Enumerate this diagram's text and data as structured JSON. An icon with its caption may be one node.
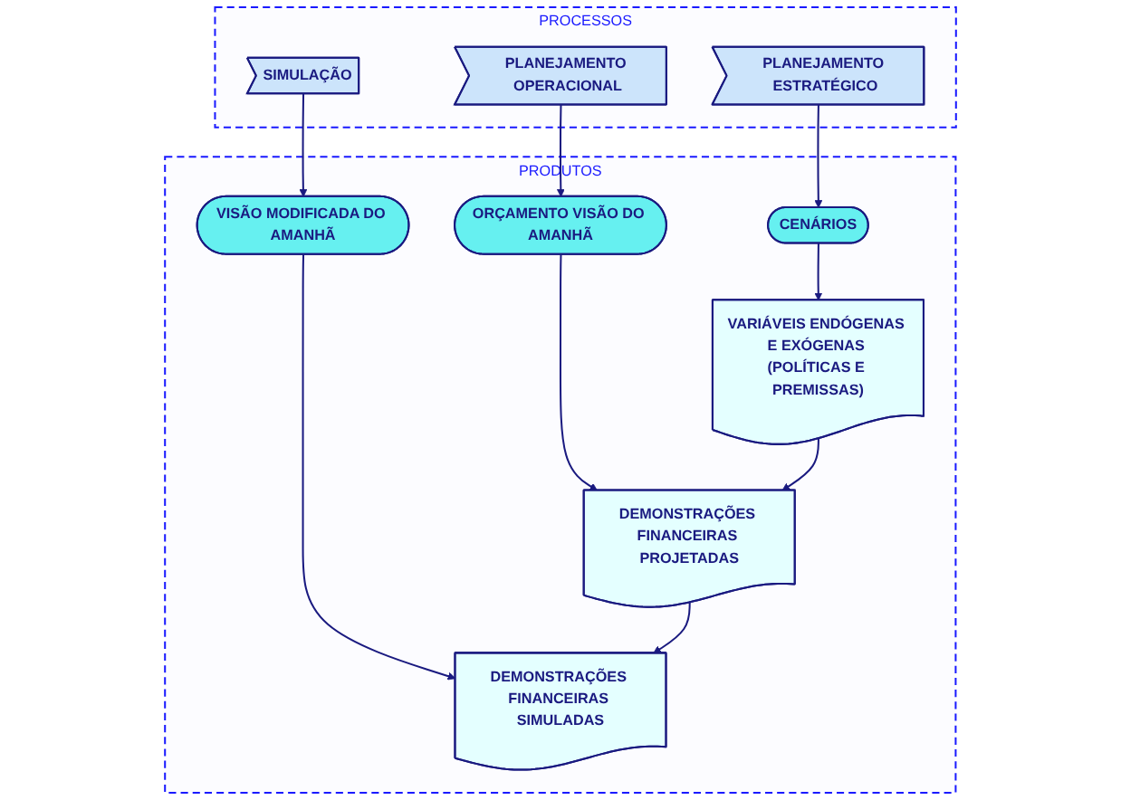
{
  "diagram": {
    "nodes": [
      {
        "text": [
          "PROCESSOS"
        ]
      },
      {
        "text": [
          "PLANEJAMENTO ESTRATÉGICO"
        ],
        "in": 0
      },
      {
        "text": [
          "PLANEJAMENTO OPERACIONAL"
        ],
        "in": 0
      },
      {
        "text": [
          "SIMULAÇÃO"
        ],
        "in": 0
      },
      {
        "text": [
          "PRODUTOS"
        ]
      },
      {
        "text": [
          "CENÁRIOS"
        ],
        "in": 4
      },
      {
        "text": [
          "ORÇAMENTO VISÃO DO AMANHÃ"
        ],
        "in": 4
      },
      {
        "text": [
          "VISÃO MODIFICADA DO AMANHÃ"
        ],
        "in": 4
      },
      {
        "text": [
          "VARIÁVEIS ENDÓGENAS E EXÓGENAS (POLÍTICAS E PREMISSAS)"
        ],
        "in": 4
      },
      {
        "text": [
          "DEMONSTRAÇÕES FINANCEIRAS PROJETADAS"
        ],
        "in": 4
      },
      {
        "text": [
          "DEMONSTRAÇÕES FINANCEIRAS SIMULADAS"
        ],
        "in": 4
      }
    ],
    "edges": [
      {
        "from": 1,
        "to": 5,
        "arrow": "to"
      },
      {
        "from": 2,
        "to": 6,
        "arrow": "to"
      },
      {
        "from": 3,
        "to": 7,
        "arrow": "to"
      },
      {
        "from": 5,
        "to": 8,
        "arrow": "to"
      },
      {
        "from": 6,
        "to": 9,
        "arrow": "to"
      },
      {
        "from": 7,
        "to": 10,
        "arrow": "to"
      },
      {
        "from": 8,
        "to": 9,
        "arrow": "to"
      },
      {
        "from": 9,
        "to": 10,
        "arrow": "to"
      }
    ]
  }
}
